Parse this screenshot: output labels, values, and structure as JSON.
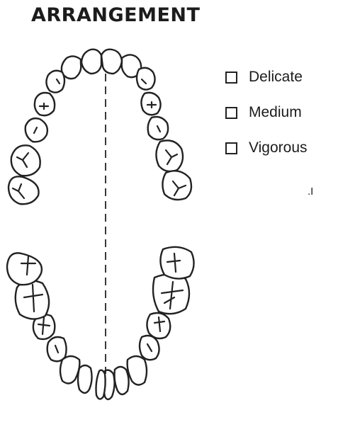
{
  "title": "ARRANGEMENT",
  "options": [
    {
      "label": "Delicate",
      "checked": false
    },
    {
      "label": "Medium",
      "checked": false
    },
    {
      "label": "Vigorous",
      "checked": false
    }
  ],
  "marker_text": ".I",
  "colors": {
    "ink": "#1c1c1c",
    "paper": "#ffffff"
  }
}
